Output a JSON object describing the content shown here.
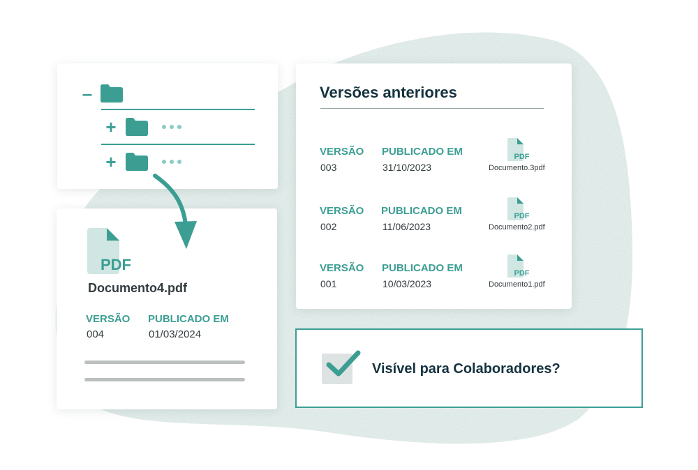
{
  "colors": {
    "accent": "#3c9e93",
    "accent_light": "#8ccbc3",
    "pdf_light": "#cfe6e2",
    "heading": "#14323f",
    "text": "#333b3e",
    "bar": "#bcbfbf",
    "blob": "#e6efed"
  },
  "tree": {
    "root_symbol": "–",
    "child_symbol": "+",
    "icons": [
      "folder-icon",
      "more-dots-icon",
      "plus-icon",
      "minus-icon"
    ]
  },
  "current_document": {
    "pdf_badge": "PDF",
    "file_name": "Documento4.pdf",
    "version_label": "VERSÃO",
    "version_value": "004",
    "published_label": "PUBLICADO EM",
    "published_value": "01/03/2024"
  },
  "previous_versions": {
    "title": "Versões anteriores",
    "rows": [
      {
        "version_label": "VERSÃO",
        "version": "003",
        "published_label": "PUBLICADO EM",
        "date": "31/10/2023",
        "pdf_badge": "PDF",
        "file": "Documento.3pdf"
      },
      {
        "version_label": "VERSÃO",
        "version": "002",
        "published_label": "PUBLICADO EM",
        "date": "11/06/2023",
        "pdf_badge": "PDF",
        "file": "Documento2.pdf"
      },
      {
        "version_label": "VERSÃO",
        "version": "001",
        "published_label": "PUBLICADO EM",
        "date": "10/03/2023",
        "pdf_badge": "PDF",
        "file": "Documento1.pdf"
      }
    ]
  },
  "visibility": {
    "checked": true,
    "label": "Visível para Colaboradores?"
  }
}
